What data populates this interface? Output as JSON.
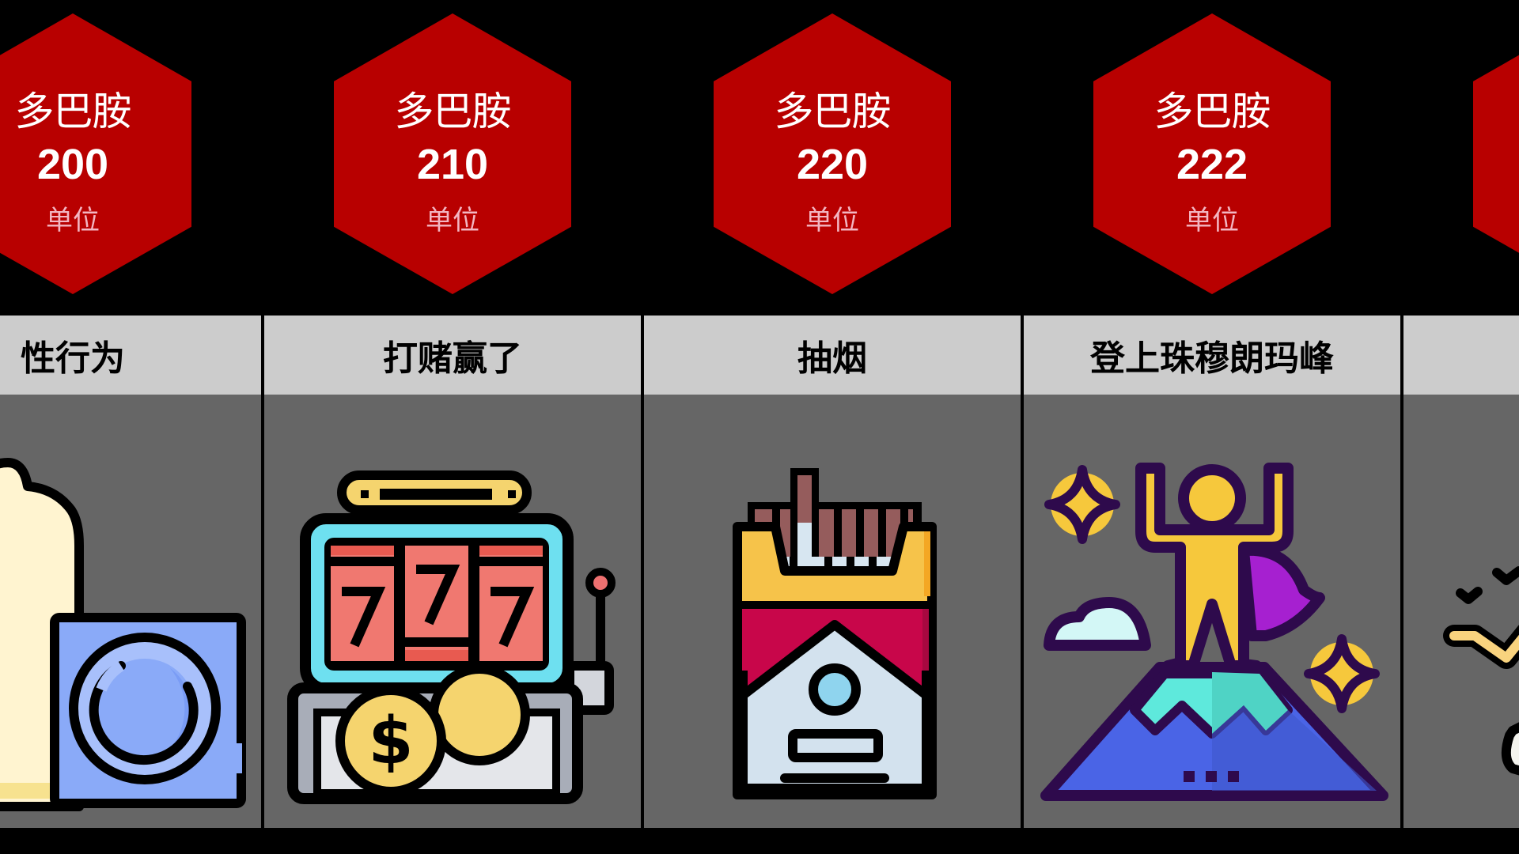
{
  "colors": {
    "background": "#000000",
    "hex_fill": "#b80000",
    "hex_text": "#ffffff",
    "unit_text": "#f3b6c2",
    "header_band": "#cccccc",
    "body_band": "#666666",
    "divider": "#000000"
  },
  "columns": [
    {
      "hex": {
        "title": "多巴胺",
        "value": "200",
        "unit": "单位"
      },
      "label": "性行为",
      "icon": "condom-icon"
    },
    {
      "hex": {
        "title": "多巴胺",
        "value": "210",
        "unit": "单位"
      },
      "label": "打赌赢了",
      "icon": "slot-machine-icon"
    },
    {
      "hex": {
        "title": "多巴胺",
        "value": "220",
        "unit": "单位"
      },
      "label": "抽烟",
      "icon": "cigarette-pack-icon"
    },
    {
      "hex": {
        "title": "多巴胺",
        "value": "222",
        "unit": "单位"
      },
      "label": "登上珠穆朗玛峰",
      "icon": "mountain-summit-icon"
    },
    {
      "hex": {
        "title": "",
        "value": "",
        "unit": ""
      },
      "label": "",
      "icon": "partial-bird-icon"
    }
  ]
}
